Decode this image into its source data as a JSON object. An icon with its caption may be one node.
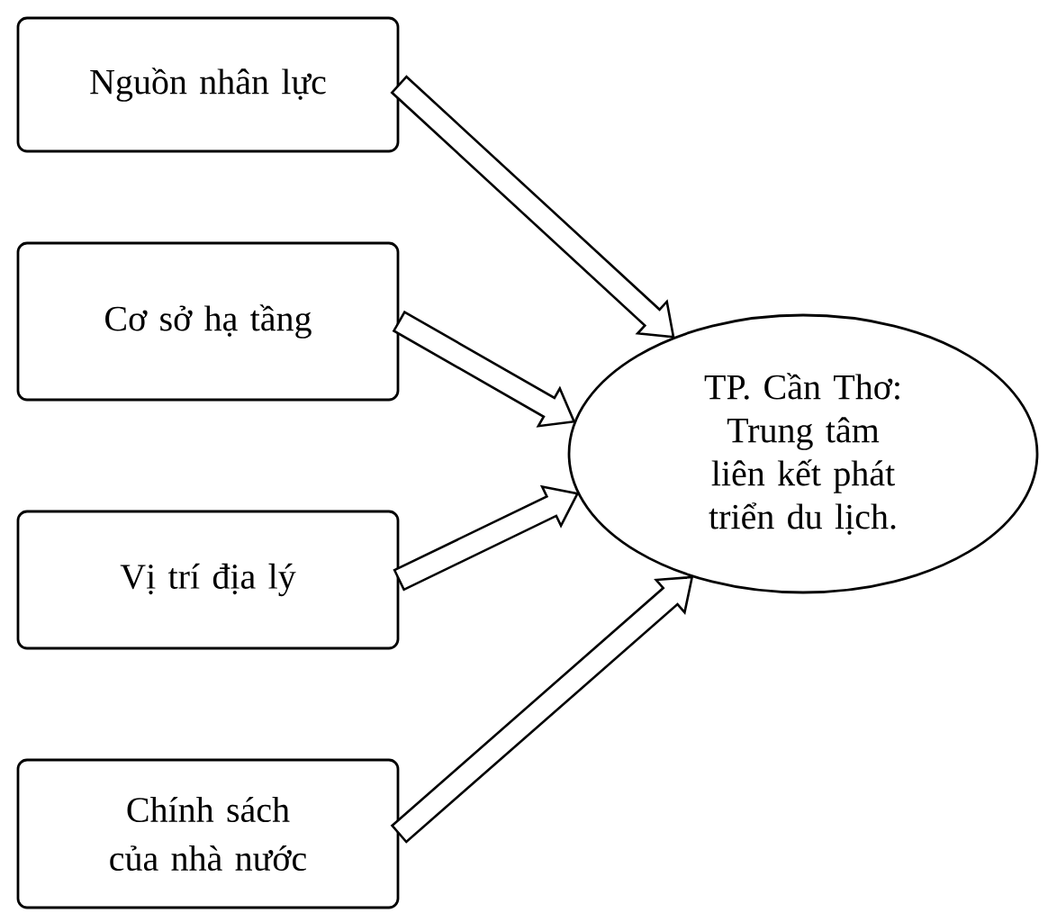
{
  "diagram": {
    "nodes": [
      {
        "text": [
          "Nguồn nhân lực"
        ]
      },
      {
        "text": [
          "Cơ sở hạ tầng"
        ]
      },
      {
        "text": [
          "Vị trí địa lý"
        ]
      },
      {
        "text": [
          "Chính sách của nhà nước"
        ]
      },
      {
        "text": [
          "TP. Cần Thơ: Trung tâm liên kết phát triển du lịch."
        ]
      }
    ],
    "edges": [
      {
        "from": 0,
        "to": 4,
        "arrow": "to"
      },
      {
        "from": 1,
        "to": 4,
        "arrow": "to"
      },
      {
        "from": 2,
        "to": 4,
        "arrow": "to"
      },
      {
        "from": 3,
        "to": 4,
        "arrow": "to"
      }
    ]
  }
}
